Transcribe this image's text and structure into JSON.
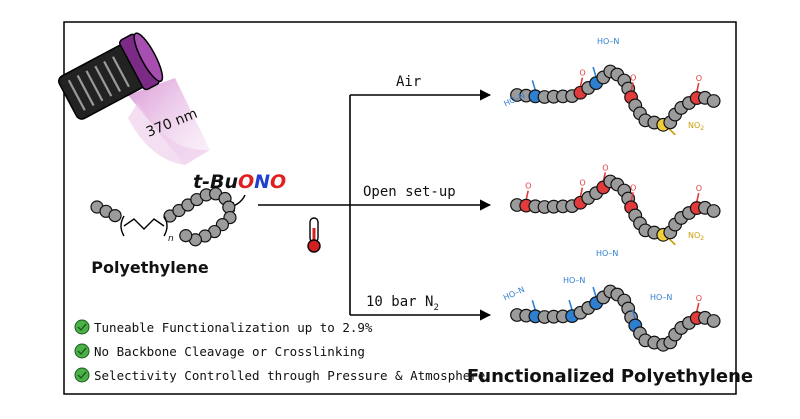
{
  "lamp": {
    "wavelength": "370 nm"
  },
  "reagent": {
    "prefix": "t-Bu",
    "o1": "O",
    "n": "N",
    "o2": "O"
  },
  "start_material": {
    "label": "Polyethylene",
    "subscript": "n"
  },
  "conditions": [
    {
      "text": "Air",
      "sub": ""
    },
    {
      "text": "Open set-up",
      "sub": ""
    },
    {
      "text": "10 bar N",
      "sub": "2"
    }
  ],
  "features": [
    "Tuneable Functionalization up to 2.9%",
    "No Backbone Cleavage or Crosslinking",
    "Selectivity Controlled through Pressure & Atmosphere"
  ],
  "product": {
    "label": "Functionalized Polyethylene"
  },
  "group_labels": {
    "oxime": "HO",
    "oxime_n": "N",
    "nitro": "NO",
    "nitro_sub": "2",
    "oxygen": "O"
  },
  "colors": {
    "bead": "#9b9b9b",
    "oxime": "#2f7fd0",
    "carbonyl": "#e23b3b",
    "nitro": "#f1cf3a",
    "lamp_glow": "#e9b9e6",
    "check": "#4cb04a",
    "reagent_o": "#e02020",
    "reagent_n": "#2040d0"
  }
}
